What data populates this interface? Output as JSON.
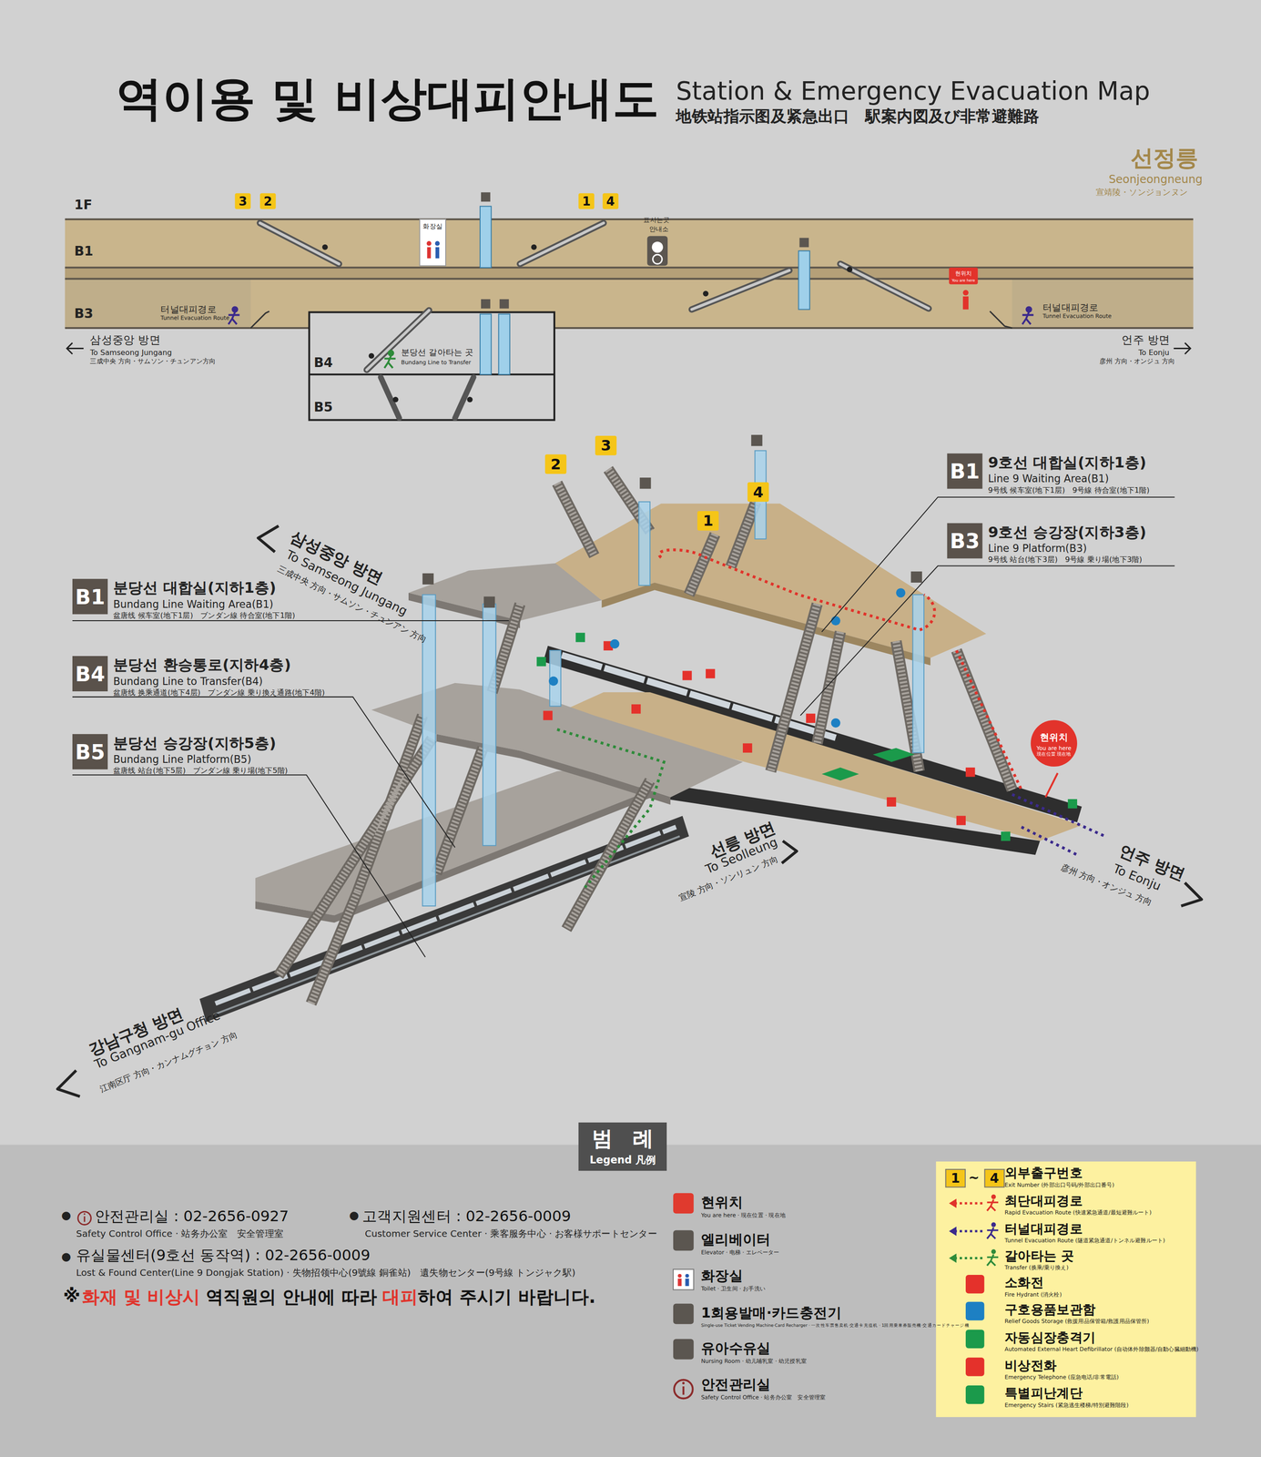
{
  "diagram": {
    "title": "역이용 및 비상대피안내도",
    "nodes": [
      {
        "text": [
          "3"
        ]
      },
      {
        "text": [
          "2"
        ]
      },
      {
        "text": [
          "화장실"
        ]
      },
      {
        "text": [
          "1"
        ]
      },
      {
        "text": [
          "4"
        ]
      },
      {
        "text": [
          "현위치",
          "You are here"
        ]
      },
      {
        "text": [
          "2"
        ]
      },
      {
        "text": [
          "3"
        ]
      },
      {
        "text": [
          "1"
        ]
      },
      {
        "text": [
          "4"
        ]
      },
      {
        "text": [
          "B1",
          "9호선 대합실(지하1층)",
          "Line 9 Waiting Area(B1)",
          "9号线 候车室(地下1层)　9号線 待合室(地下1階)"
        ]
      },
      {
        "text": [
          "B3",
          "9호선 승강장(지하3층)",
          "Line 9 Platform(B3)",
          "9号线 站台(地下3层)　9号線 乗り場(地下3階)"
        ]
      },
      {
        "text": [
          "B1",
          "분당선 대합실(지하1층)",
          "Bundang Line Waiting Area(B1)",
          "盆唐线 候车室(地下1层)　ブンダン線 待合室(地下1階)"
        ]
      },
      {
        "text": [
          "B4",
          "분당선 환승통로(지하4층)",
          "Bundang Line to Transfer(B4)",
          "盆唐线 换乘通道(地下4层)　ブンダン線 乗り換え通路(地下4階)"
        ]
      },
      {
        "text": [
          "B5",
          "분당선 승강장(지하5층)",
          "Bundang Line Platform(B5)",
          "盆唐线 站台(地下5层)　ブンダン線 乗り場(地下5階)"
        ]
      },
      {
        "text": [
          "현위치",
          "You are here",
          "現在位置 現在地"
        ]
      },
      {
        "text": [
          "범　례",
          "Legend 凡例"
        ]
      },
      {
        "text": [
          "1"
        ]
      },
      {
        "text": [
          "4"
        ]
      }
    ],
    "labels": [
      "Station & Emergency Evacuation Map",
      "地铁站指示图及紧急出口　駅案内図及び非常避難路",
      "선정릉",
      "Seonjeongneung",
      "宣靖陵・ソンジョンヌン",
      "1F",
      "B1",
      "B3",
      "B4",
      "B5",
      "표사는곳",
      "안내소",
      "터널대피경로",
      "Tunnel Evacuation Route",
      "터널대피경로",
      "Tunnel Evacuation Route",
      "삼성중앙 방면",
      "To Samseong Jungang",
      "三成中央 方向・サムソン・チュンアン方向",
      "언주 방면",
      "To Eonju",
      "彦州 方向・オンジュ 方向",
      "분당선 갈아타는 곳",
      "Bundang Line to Transfer",
      "삼성중앙 방면",
      "To Samseong Jungang",
      "三成中央 方向・サムソン・チュンアン 方向",
      "선릉 방면",
      "To Seolleung",
      "宣陵 方向・ソンリュン 方向",
      "강남구청 방면",
      "To Gangnam-gu Office",
      "江南区厅 方向・カンナムグチョン 方向",
      "언주 방면",
      "To Eonju",
      "彦州 方向・オンジュ 方向",
      "●",
      "안전관리실 : 02-2656-0927",
      "Safety Control Office · 站务办公室　安全管理室",
      "●",
      "고객지원센터 : 02-2656-0009",
      "Customer Service Center · 乘客服务中心 · お客様サポートセンター",
      "●",
      "유실물센터(9호선 동작역) : 02-2656-0009",
      "Lost & Found Center(Line 9 Dongjak Station) · 失物招领中心(9號線 銅雀站)　遺失物センター(9号線 トンジャク駅)",
      "※",
      "화재 및 비상시",
      "역직원의 안내에 따라",
      "대피",
      "하여 주시기 바랍니다.",
      "~",
      "You are here · 現在位置 · 現在地",
      "Elevator · 电梯 · エレベーター",
      "Toilet · 卫生间 · お手洗い",
      "Single-use Ticket Vending Machine·Card Recharger · 一次性车票售卖机·交通卡充值机 · 1回用乗車券販売機·交通カードチャージ機",
      "Nursing Room · 幼儿哺乳室 · 幼児授乳室",
      "Safety Control Office · 站务办公室　安全管理室",
      "Exit Number (外部出口号码/外部出口番号)",
      "Rapid Evacuation Route (快速紧急通道/最短避難ルート)",
      "Tunnel Evacuation Route (隧道紧急通道/トンネル避難ルート)",
      "Transfer (换乘/乗り換え)",
      "Fire Hydrant (消火栓)",
      "Relief Goods Storage (救援用品保管箱/救護用品保管所)",
      "Automated External Heart Defibrillator (自动体外除颤器/自動心臓細動機)",
      "Emergency Telephone (应急电话/非常電話)",
      "Emergency Stairs (紧急逃生楼梯/特別避難階段)"
    ],
    "legend": [
      {
        "text": "현위치",
        "color": "#e03a2e"
      },
      {
        "text": "엘리베이터",
        "color": "#5b5650"
      },
      {
        "text": "화장실"
      },
      {
        "text": "1회용발매·카드충전기",
        "color": "#5b5650"
      },
      {
        "text": "유아수유실",
        "color": "#5b5650"
      },
      {
        "text": "안전관리실"
      },
      {
        "text": "외부출구번호"
      },
      {
        "text": "최단대피경로"
      },
      {
        "text": "터널대피경로"
      },
      {
        "text": "갈아타는 곳"
      },
      {
        "text": "소화전",
        "color": "#e4312b"
      },
      {
        "text": "구호용품보관함",
        "color": "#1d80c3"
      },
      {
        "text": "자동심장충격기",
        "color": "#1b9a4b"
      },
      {
        "text": "비상전화",
        "color": "#e4312b"
      },
      {
        "text": "특별피난계단",
        "color": "#1b9a4b"
      }
    ]
  }
}
